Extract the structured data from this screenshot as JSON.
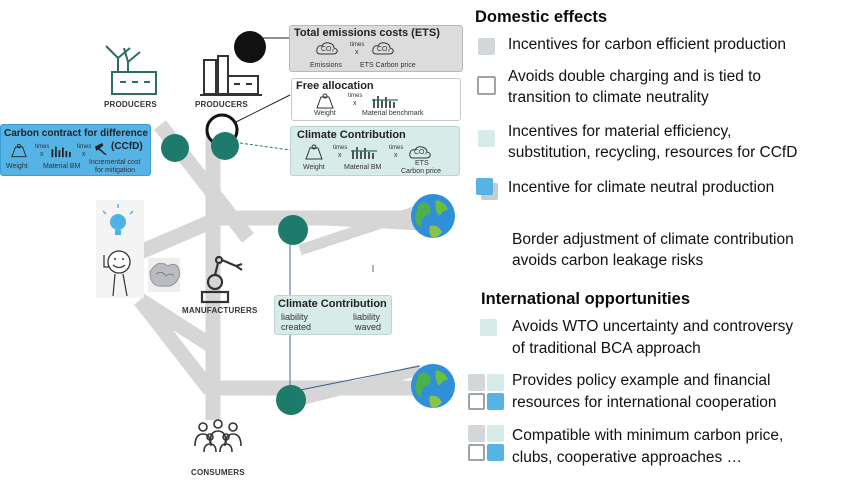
{
  "diagram": {
    "producers_left_label": "PRODUCERS",
    "producers_right_label": "PRODUCERS",
    "manufacturers_label": "MANUFACTURERS",
    "consumers_label": "CONSUMERS",
    "ets_box": {
      "title": "Total emissions costs (ETS)",
      "co2": "CO₂",
      "times": "times",
      "x": "x",
      "emissions": "Emissions",
      "price": "ETS Carbon price"
    },
    "free_box": {
      "title": "Free allocation",
      "times": "times",
      "x": "x",
      "weight": "Weight",
      "benchmark": "Material benchmark"
    },
    "climate_box": {
      "title": "Climate Contribution",
      "times1": "times",
      "x1": "x",
      "times2": "times",
      "x2": "x",
      "weight": "Weight",
      "material": "Material BM",
      "co2": "CO₂",
      "ets": "ETS",
      "price": "Carbon price"
    },
    "ccfd_box": {
      "title": "Carbon contract for difference",
      "abbr": "(CCfD)",
      "times1": "times",
      "x1": "x",
      "times2": "times",
      "x2": "x",
      "weight": "Weight",
      "material": "Material BM",
      "incremental": "Incremental cost",
      "mitigation": "for mitigation"
    },
    "liability_box": {
      "title": "Climate Contribution",
      "left1": "liability",
      "left2": "created",
      "right1": "liability",
      "right2": "waved"
    }
  },
  "legend": {
    "domestic_title": "Domestic effects",
    "items": [
      {
        "line1": "Incentives for carbon efficient production",
        "line2": ""
      },
      {
        "line1": "Avoids double charging and is tied to",
        "line2": "transition to climate neutrality"
      },
      {
        "line1": "Incentives for material efficiency,",
        "line2": "substitution, recycling, resources for CCfD"
      },
      {
        "line1": "Incentive for climate neutral production",
        "line2": ""
      },
      {
        "line1": "Border adjustment of climate contribution",
        "line2": "avoids carbon leakage risks"
      }
    ],
    "international_title": "International opportunities",
    "intl_items": [
      {
        "line1": "Avoids WTO uncertainty and controversy",
        "line2": "of traditional BCA approach"
      },
      {
        "line1": "Provides policy example and financial",
        "line2": "resources for international cooperation"
      },
      {
        "line1": "Compatible with minimum carbon price,",
        "line2": "clubs, cooperative approaches …"
      }
    ]
  },
  "colors": {
    "grey_square": "#d3d7da",
    "teal_box": "#d7ebe8",
    "blue_box": "#56b3e6",
    "dark_teal_circle": "#1e7a6b",
    "flow_grey": "#d6d6d6",
    "box_grey": "#dcdcdc"
  },
  "icons": [
    "wind-turbine-factory-icon",
    "factory-icon",
    "lightbulb-person-icon",
    "scrap-metal-icon",
    "robot-arm-icon",
    "people-group-icon",
    "globe-icon",
    "weight-icon",
    "bar-chart-icon",
    "co2-cloud-icon"
  ]
}
